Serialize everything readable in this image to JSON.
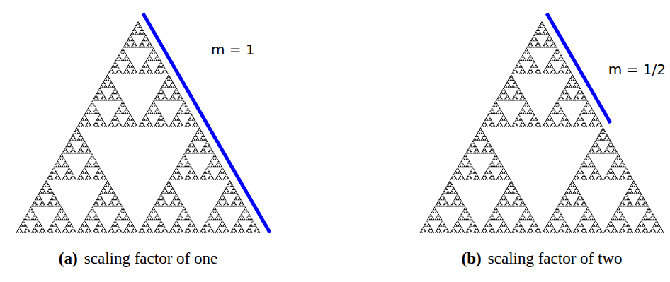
{
  "diagram": {
    "labels": [
      "m = 1",
      "m = 1/2",
      "(a)",
      "scaling factor of one",
      "(b)",
      "scaling factor of two"
    ]
  }
}
